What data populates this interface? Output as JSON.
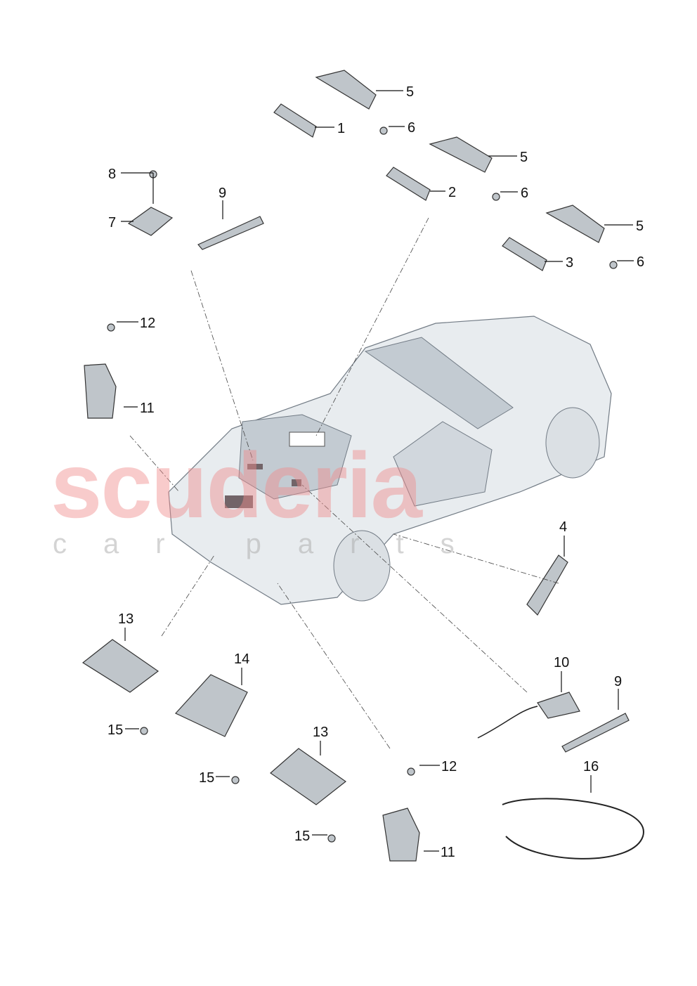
{
  "watermark": {
    "line1": "scuderia",
    "line2": "car parts"
  },
  "callouts": [
    "1",
    "5",
    "6",
    "5",
    "6",
    "2",
    "5",
    "6",
    "3",
    "8",
    "7",
    "9",
    "12",
    "11",
    "4",
    "13",
    "14",
    "10",
    "9",
    "15",
    "15",
    "13",
    "12",
    "16",
    "15",
    "11"
  ],
  "colors": {
    "part": "#bfc5ca",
    "car_body": "#e4e9ed",
    "glass": "#b9c3cb",
    "line": "#222222",
    "highlight": "#5a4a4e"
  }
}
